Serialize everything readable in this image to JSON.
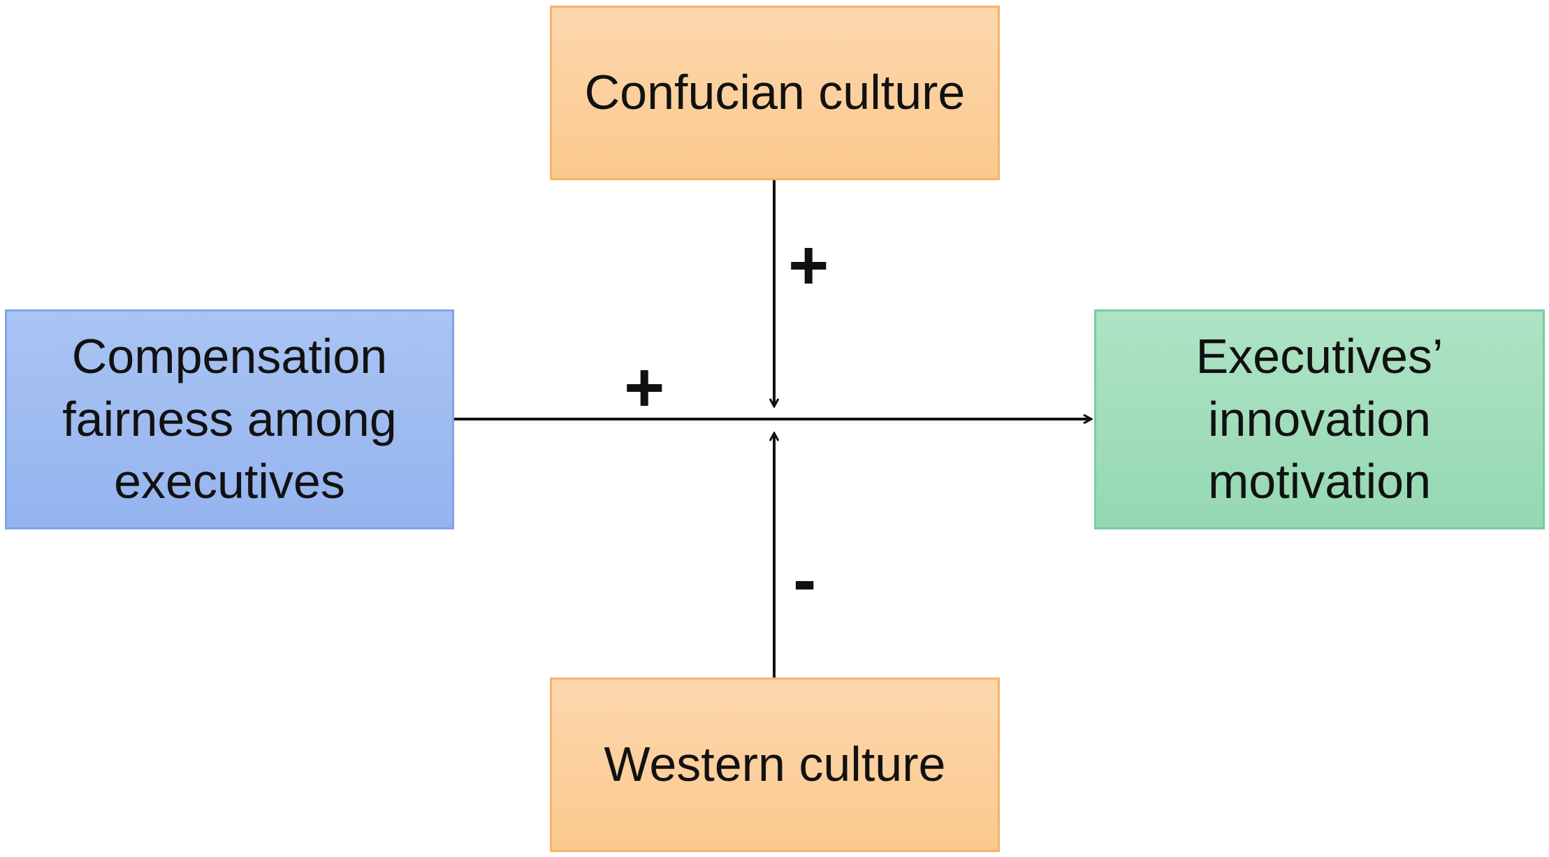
{
  "nodes": {
    "confucian": {
      "label": "Confucian culture"
    },
    "western": {
      "label": "Western culture"
    },
    "compensation": {
      "lines": [
        "Compensation",
        "fairness among",
        "executives"
      ]
    },
    "executives": {
      "lines": [
        "Executives’",
        "innovation",
        "motivation"
      ]
    }
  },
  "edges": {
    "main_sign": "+",
    "confucian_sign": "+",
    "western_sign": "-"
  },
  "colors": {
    "moderator_fill": "#fbd0a0",
    "predictor_fill": "#a0bcf1",
    "outcome_fill": "#a3debc",
    "arrow": "#111111"
  }
}
